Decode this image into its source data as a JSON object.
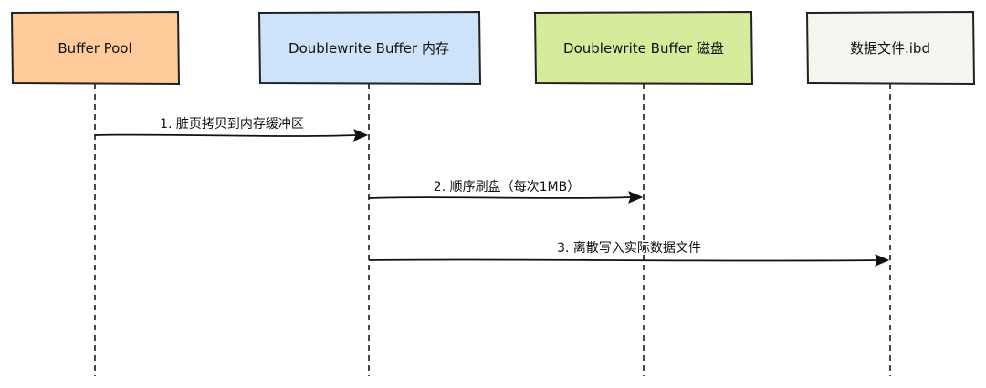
{
  "participants": [
    {
      "id": "buffer-pool",
      "label": "Buffer Pool",
      "fill": "#FFCB9A"
    },
    {
      "id": "dw-memory",
      "label": "Doublewrite Buffer 内存",
      "fill": "#CCE3FA"
    },
    {
      "id": "dw-disk",
      "label": "Doublewrite Buffer 磁盘",
      "fill": "#D4EC9C"
    },
    {
      "id": "data-file",
      "label": "数据文件.ibd",
      "fill": "#F6F4EE"
    }
  ],
  "messages": [
    {
      "label": "1. 脏页拷贝到内存缓冲区",
      "from": "buffer-pool",
      "to": "dw-memory"
    },
    {
      "label": "2. 顺序刷盘（每次1MB）",
      "from": "dw-memory",
      "to": "dw-disk"
    },
    {
      "label": "3. 离散写入实际数据文件",
      "from": "dw-memory",
      "to": "data-file"
    }
  ]
}
